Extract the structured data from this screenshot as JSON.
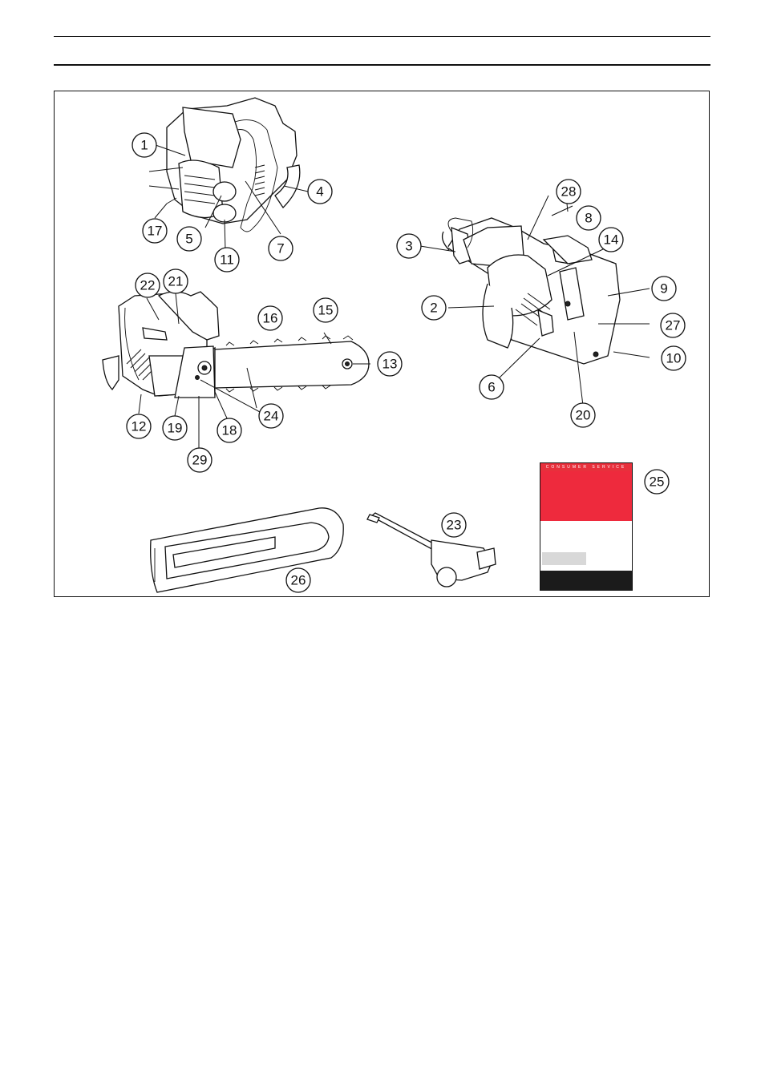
{
  "manual": {
    "header_text": "CONSUMER SERVICE"
  },
  "callouts": [
    {
      "num": "1"
    },
    {
      "num": "2"
    },
    {
      "num": "3"
    },
    {
      "num": "4"
    },
    {
      "num": "5"
    },
    {
      "num": "6"
    },
    {
      "num": "7"
    },
    {
      "num": "8"
    },
    {
      "num": "9"
    },
    {
      "num": "10"
    },
    {
      "num": "11"
    },
    {
      "num": "12"
    },
    {
      "num": "13"
    },
    {
      "num": "14"
    },
    {
      "num": "15"
    },
    {
      "num": "16"
    },
    {
      "num": "17"
    },
    {
      "num": "18"
    },
    {
      "num": "19"
    },
    {
      "num": "20"
    },
    {
      "num": "21"
    },
    {
      "num": "22"
    },
    {
      "num": "23"
    },
    {
      "num": "24"
    },
    {
      "num": "25"
    },
    {
      "num": "26"
    },
    {
      "num": "27"
    },
    {
      "num": "28"
    },
    {
      "num": "29"
    }
  ]
}
